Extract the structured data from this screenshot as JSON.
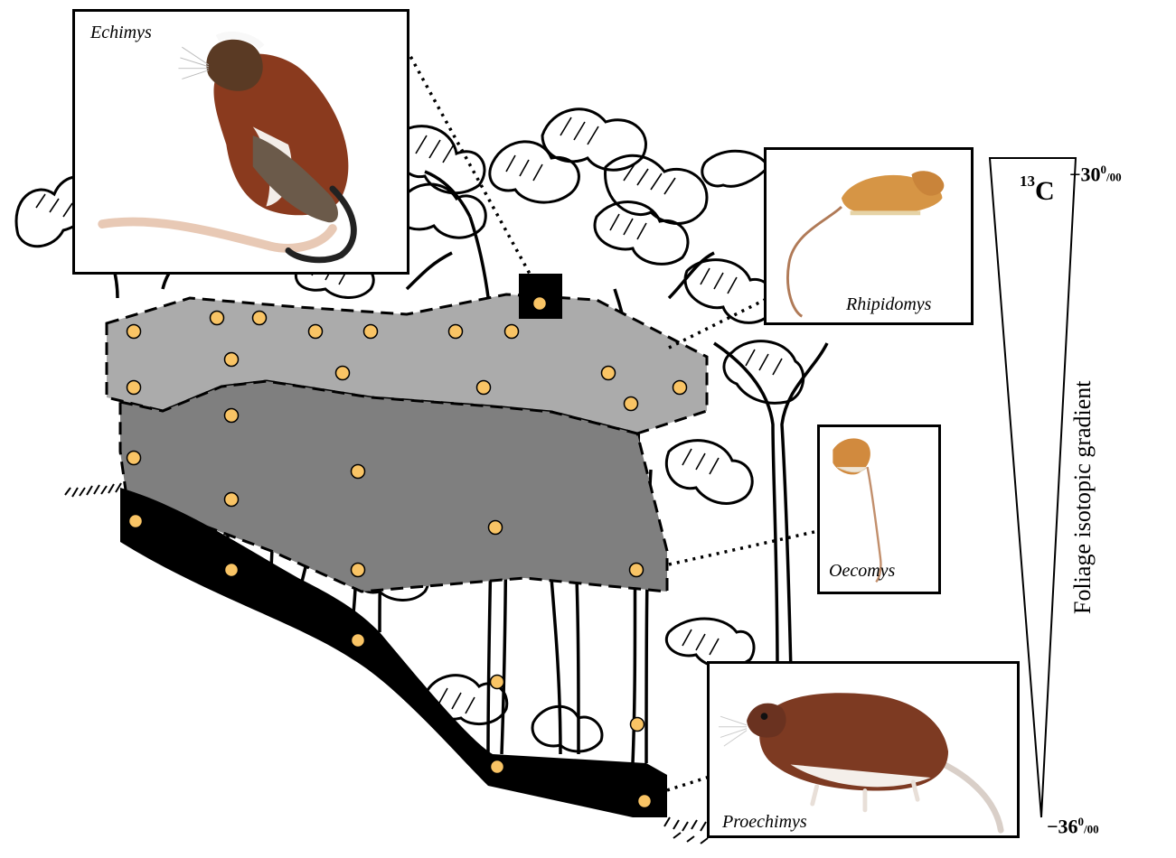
{
  "genera": {
    "echimys": "Echimys",
    "rhipidomys": "Rhipidomys",
    "oecomys": "Oecomys",
    "proechimys": "Proechimys"
  },
  "gradient": {
    "isotope": "13C",
    "isotope_mass": "13",
    "isotope_element": "C",
    "top_value": "−30",
    "bottom_value": "−36",
    "per_mil_sup": "0",
    "per_mil_sub": "/00",
    "title": "Foliage isotopic gradient"
  },
  "colors": {
    "upper_zone": "#ababab",
    "middle_zone": "#7f7f7f",
    "ground": "#000000",
    "sample_point": "#f9c465"
  }
}
